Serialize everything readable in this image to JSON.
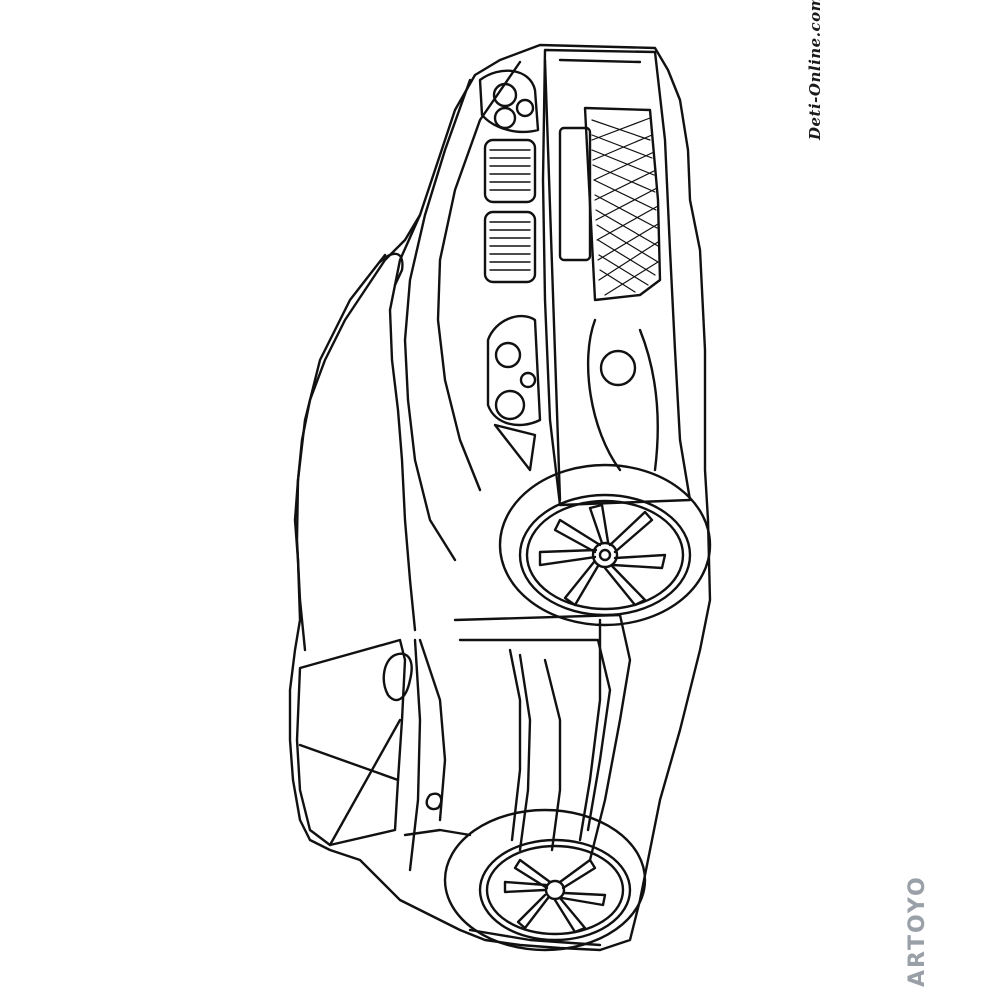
{
  "picture": {
    "subject": "car-coloring-page",
    "line_color": "#111111",
    "background_color": "#ffffff"
  },
  "watermarks": {
    "site": "Deti-Online.com",
    "brand": "ARTOYO",
    "brand_color": "#9aa0a8",
    "brand_accent_color": "#3a8ee6"
  }
}
